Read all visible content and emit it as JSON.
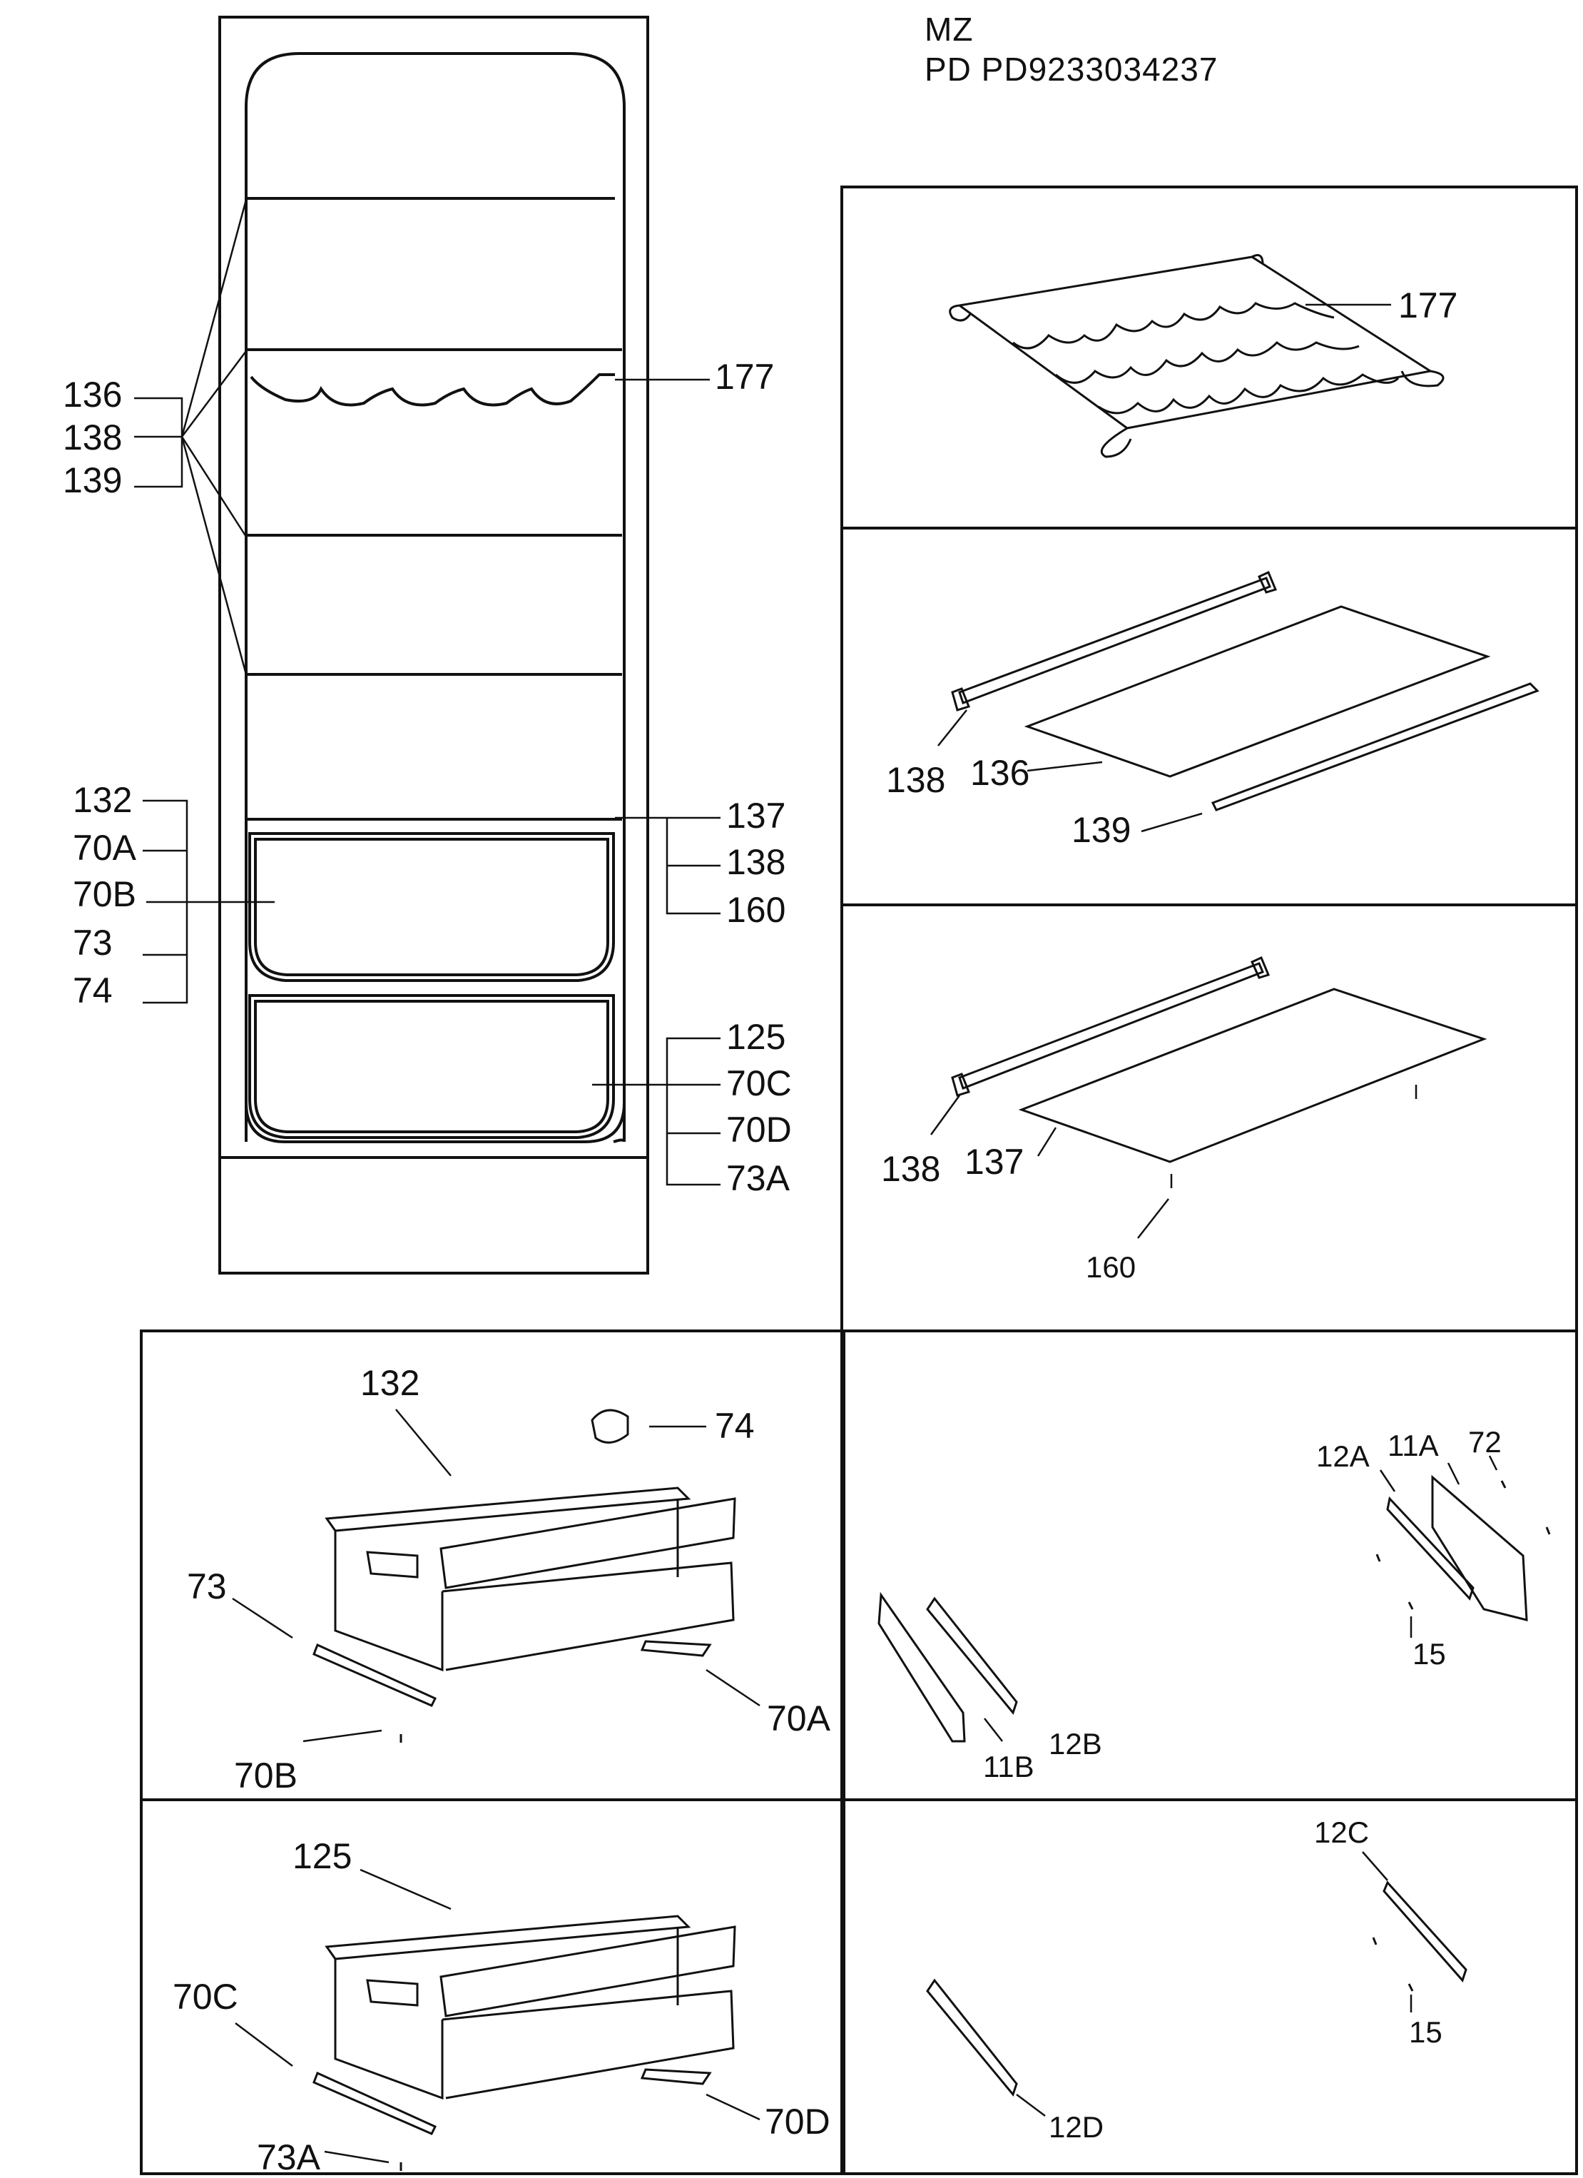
{
  "header": {
    "model": "MZ",
    "product": "PD PD9233034237"
  },
  "overview_labels": {
    "shelf_group": [
      "136",
      "138",
      "139"
    ],
    "wine_rack": "177",
    "drawer_group": [
      "132",
      "70A",
      "70B",
      "73",
      "74"
    ],
    "divider_group": [
      "137",
      "138",
      "160"
    ],
    "lower_group": [
      "125",
      "70C",
      "70D",
      "73A"
    ]
  },
  "panels": {
    "wine_rack": {
      "labels": [
        "177"
      ]
    },
    "glass_shelf": {
      "labels": [
        "138",
        "136",
        "139"
      ]
    },
    "glass_divider": {
      "labels": [
        "138",
        "137",
        "160"
      ]
    },
    "upper_drawer": {
      "labels": [
        "132",
        "74",
        "73",
        "70A",
        "70B"
      ]
    },
    "rails_upper": {
      "labels": [
        "12A",
        "11A",
        "72",
        "15",
        "11B",
        "12B"
      ]
    },
    "lower_drawer": {
      "labels": [
        "125",
        "70C",
        "70D",
        "73A"
      ]
    },
    "rails_lower": {
      "labels": [
        "12C",
        "15",
        "12D"
      ]
    }
  },
  "colors": {
    "line": "#111111",
    "background": "#ffffff"
  }
}
